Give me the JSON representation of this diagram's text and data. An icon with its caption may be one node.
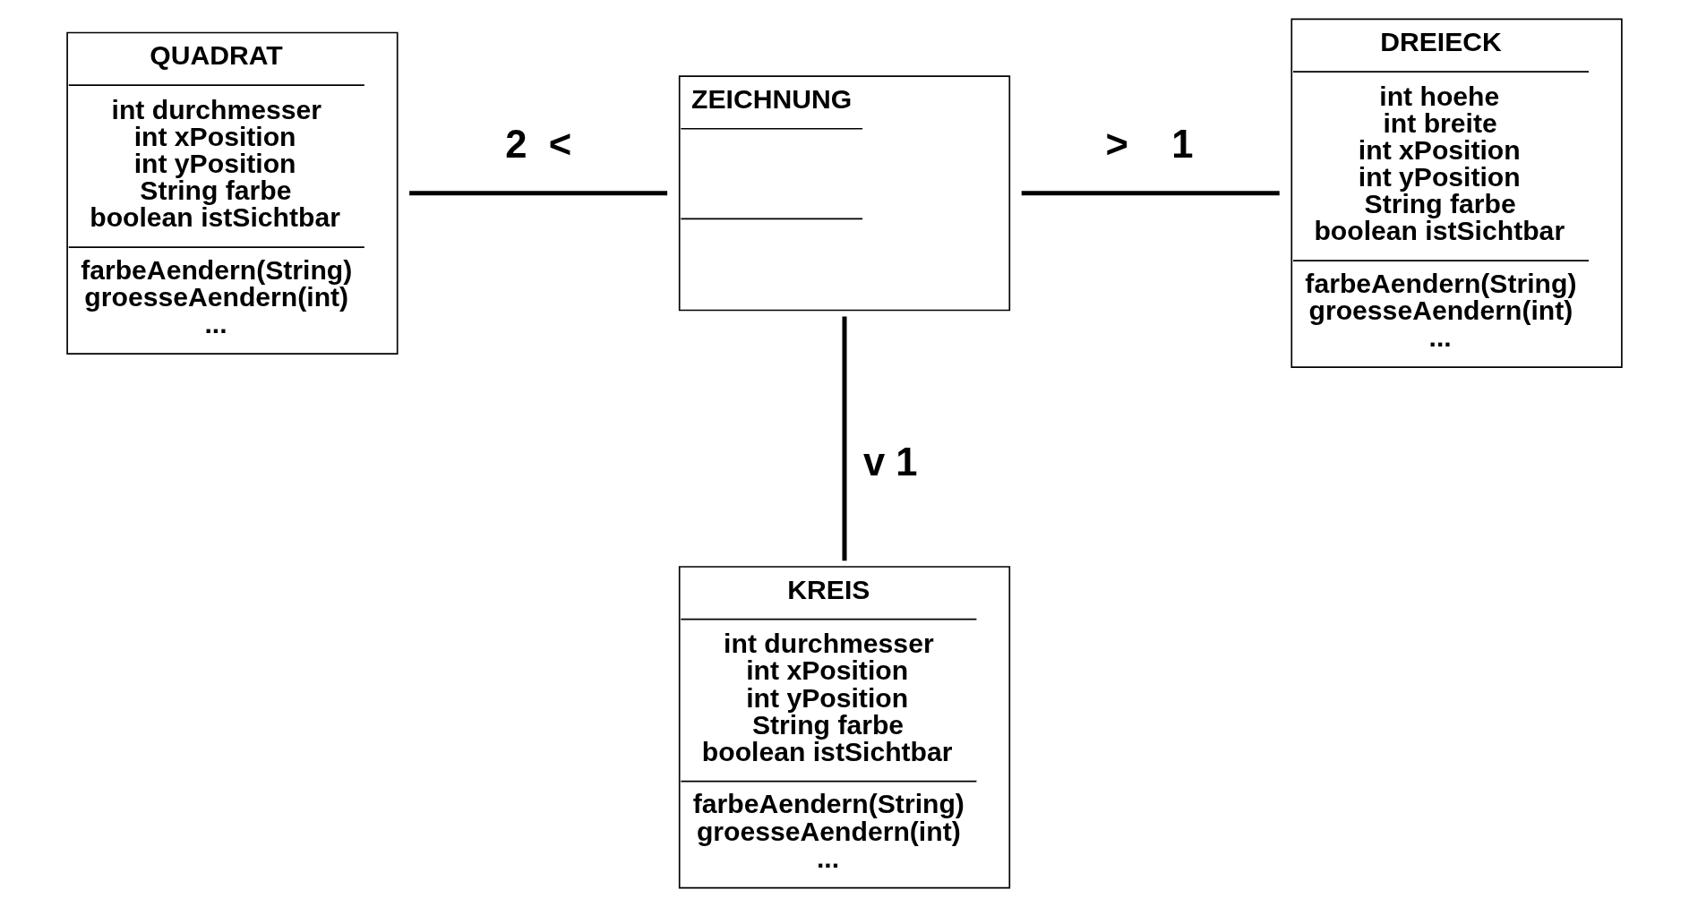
{
  "diagram": {
    "nodes": [
      {
        "text": [
          "QUADRAT",
          "int durchmesser",
          "int xPosition",
          "int yPosition",
          "String farbe",
          "boolean istSichtbar",
          "farbeAendern(String)",
          "groesseAendern(int)",
          "..."
        ]
      },
      {
        "text": [
          "ZEICHNUNG"
        ]
      },
      {
        "text": [
          "DREIECK",
          "int hoehe",
          "int breite",
          "int xPosition",
          "int yPosition",
          "String farbe",
          "boolean istSichtbar",
          "farbeAendern(String)",
          "groesseAendern(int)",
          "..."
        ]
      },
      {
        "text": [
          "KREIS",
          "int durchmesser",
          "int xPosition",
          "int yPosition",
          "String farbe",
          "boolean istSichtbar",
          "farbeAendern(String)",
          "groesseAendern(int)",
          "..."
        ]
      }
    ],
    "edges": [
      {
        "from": 0,
        "to": 1,
        "arrow": "none",
        "label": "2  <"
      },
      {
        "from": 1,
        "to": 2,
        "arrow": "none",
        "label": ">    1"
      },
      {
        "from": 1,
        "to": 3,
        "arrow": "none",
        "label": "v 1"
      }
    ]
  }
}
